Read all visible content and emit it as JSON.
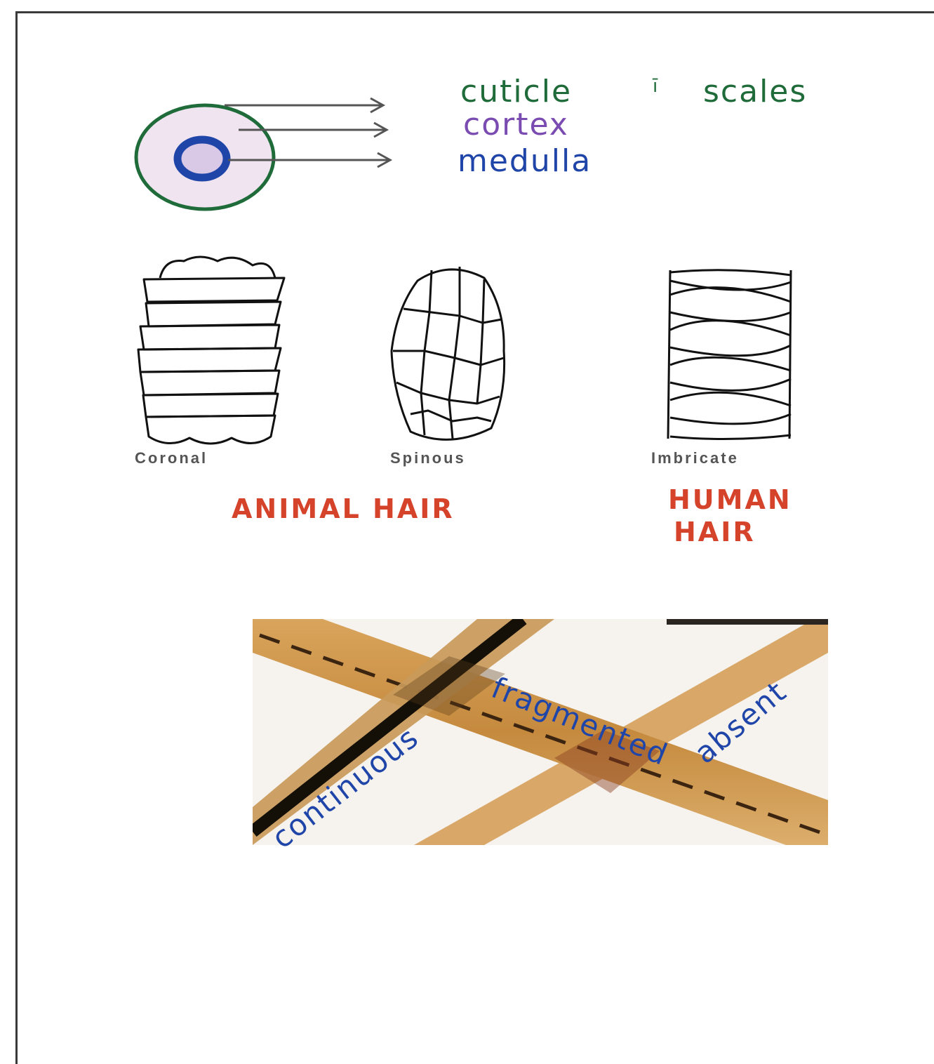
{
  "diagram": {
    "layers": {
      "cuticle": "cuticle",
      "cuticle_suffix": "ī",
      "scales": "scales",
      "cortex": "cortex",
      "medulla": "medulla"
    },
    "scale_patterns": {
      "coronal": "Coronal",
      "spinous": "Spinous",
      "imbricate": "Imbricate"
    },
    "groups": {
      "animal": "ANIMAL HAIR",
      "human_line1": "HUMAN",
      "human_line2": "HAIR"
    },
    "medulla_types": {
      "continuous": "continuous",
      "fragmented": "fragmented",
      "absent": "absent"
    },
    "colors": {
      "cuticle_green": "#1f6b3a",
      "cortex_fill": "#f0e4f0",
      "medulla_blue": "#1f45a8",
      "label_red": "#d5432b",
      "hair_tan": "#c9924a"
    }
  }
}
